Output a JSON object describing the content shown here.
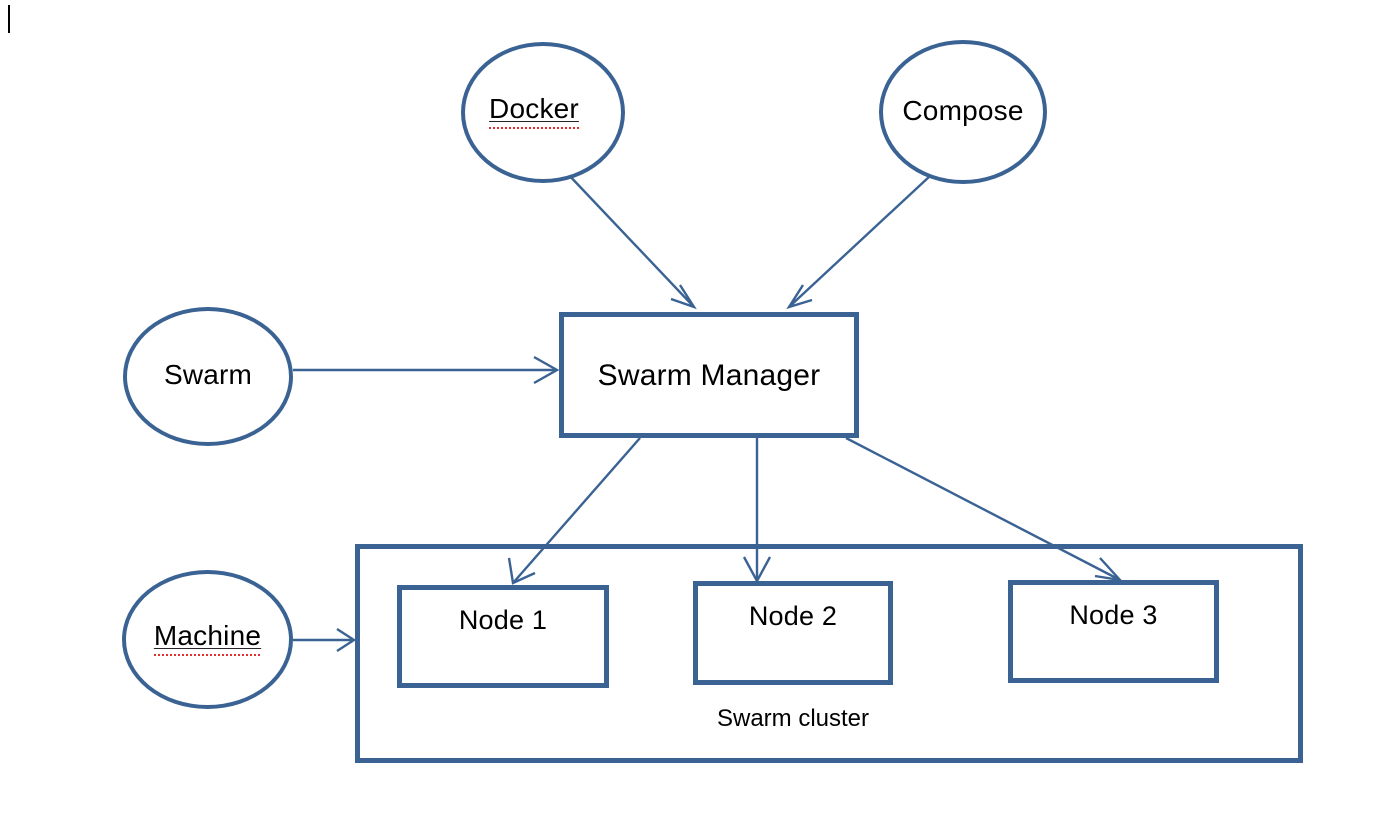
{
  "diagram": {
    "title": "Docker Swarm architecture diagram",
    "colors": {
      "stroke": "#3a6394",
      "arrow": "#3a6394",
      "text": "#000000",
      "background": "#ffffff",
      "spellcheck_underline": "#e03030"
    },
    "caret": {
      "visible": true
    },
    "nodes": {
      "docker": {
        "label": "Docker",
        "shape": "ellipse",
        "misspelled": true
      },
      "compose": {
        "label": "Compose",
        "shape": "ellipse",
        "misspelled": false
      },
      "swarm": {
        "label": "Swarm",
        "shape": "ellipse",
        "misspelled": false
      },
      "machine": {
        "label": "Machine",
        "shape": "ellipse",
        "misspelled": true
      },
      "swarm_manager": {
        "label": "Swarm Manager",
        "shape": "rectangle"
      },
      "node1": {
        "label": "Node 1",
        "shape": "rectangle"
      },
      "node2": {
        "label": "Node 2",
        "shape": "rectangle"
      },
      "node3": {
        "label": "Node 3",
        "shape": "rectangle"
      },
      "cluster": {
        "label": "Swarm cluster",
        "shape": "rectangle"
      }
    },
    "edges": [
      {
        "from": "docker",
        "to": "swarm_manager",
        "arrow": true
      },
      {
        "from": "compose",
        "to": "swarm_manager",
        "arrow": true
      },
      {
        "from": "swarm",
        "to": "swarm_manager",
        "arrow": true
      },
      {
        "from": "machine",
        "to": "cluster",
        "arrow": true
      },
      {
        "from": "swarm_manager",
        "to": "node1",
        "arrow": true
      },
      {
        "from": "swarm_manager",
        "to": "node2",
        "arrow": true
      },
      {
        "from": "swarm_manager",
        "to": "node3",
        "arrow": true
      }
    ]
  }
}
